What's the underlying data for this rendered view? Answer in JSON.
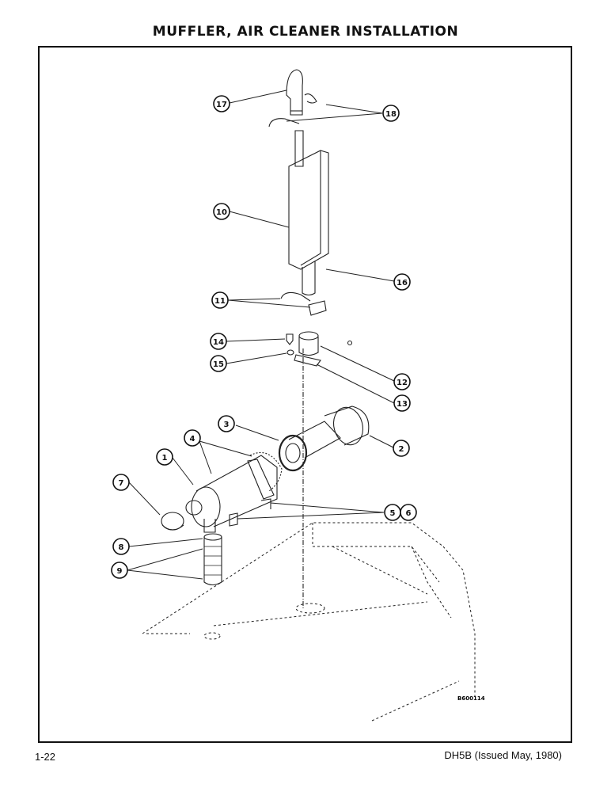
{
  "title": "MUFFLER, AIR CLEANER INSTALLATION",
  "drawing_number": "B600114",
  "footer": {
    "page": "1-22",
    "manual": "DH5B (Issued May, 1980)"
  },
  "callouts": [
    "1",
    "2",
    "3",
    "4",
    "5",
    "6",
    "7",
    "8",
    "9",
    "10",
    "11",
    "12",
    "13",
    "14",
    "15",
    "16",
    "17",
    "18"
  ]
}
